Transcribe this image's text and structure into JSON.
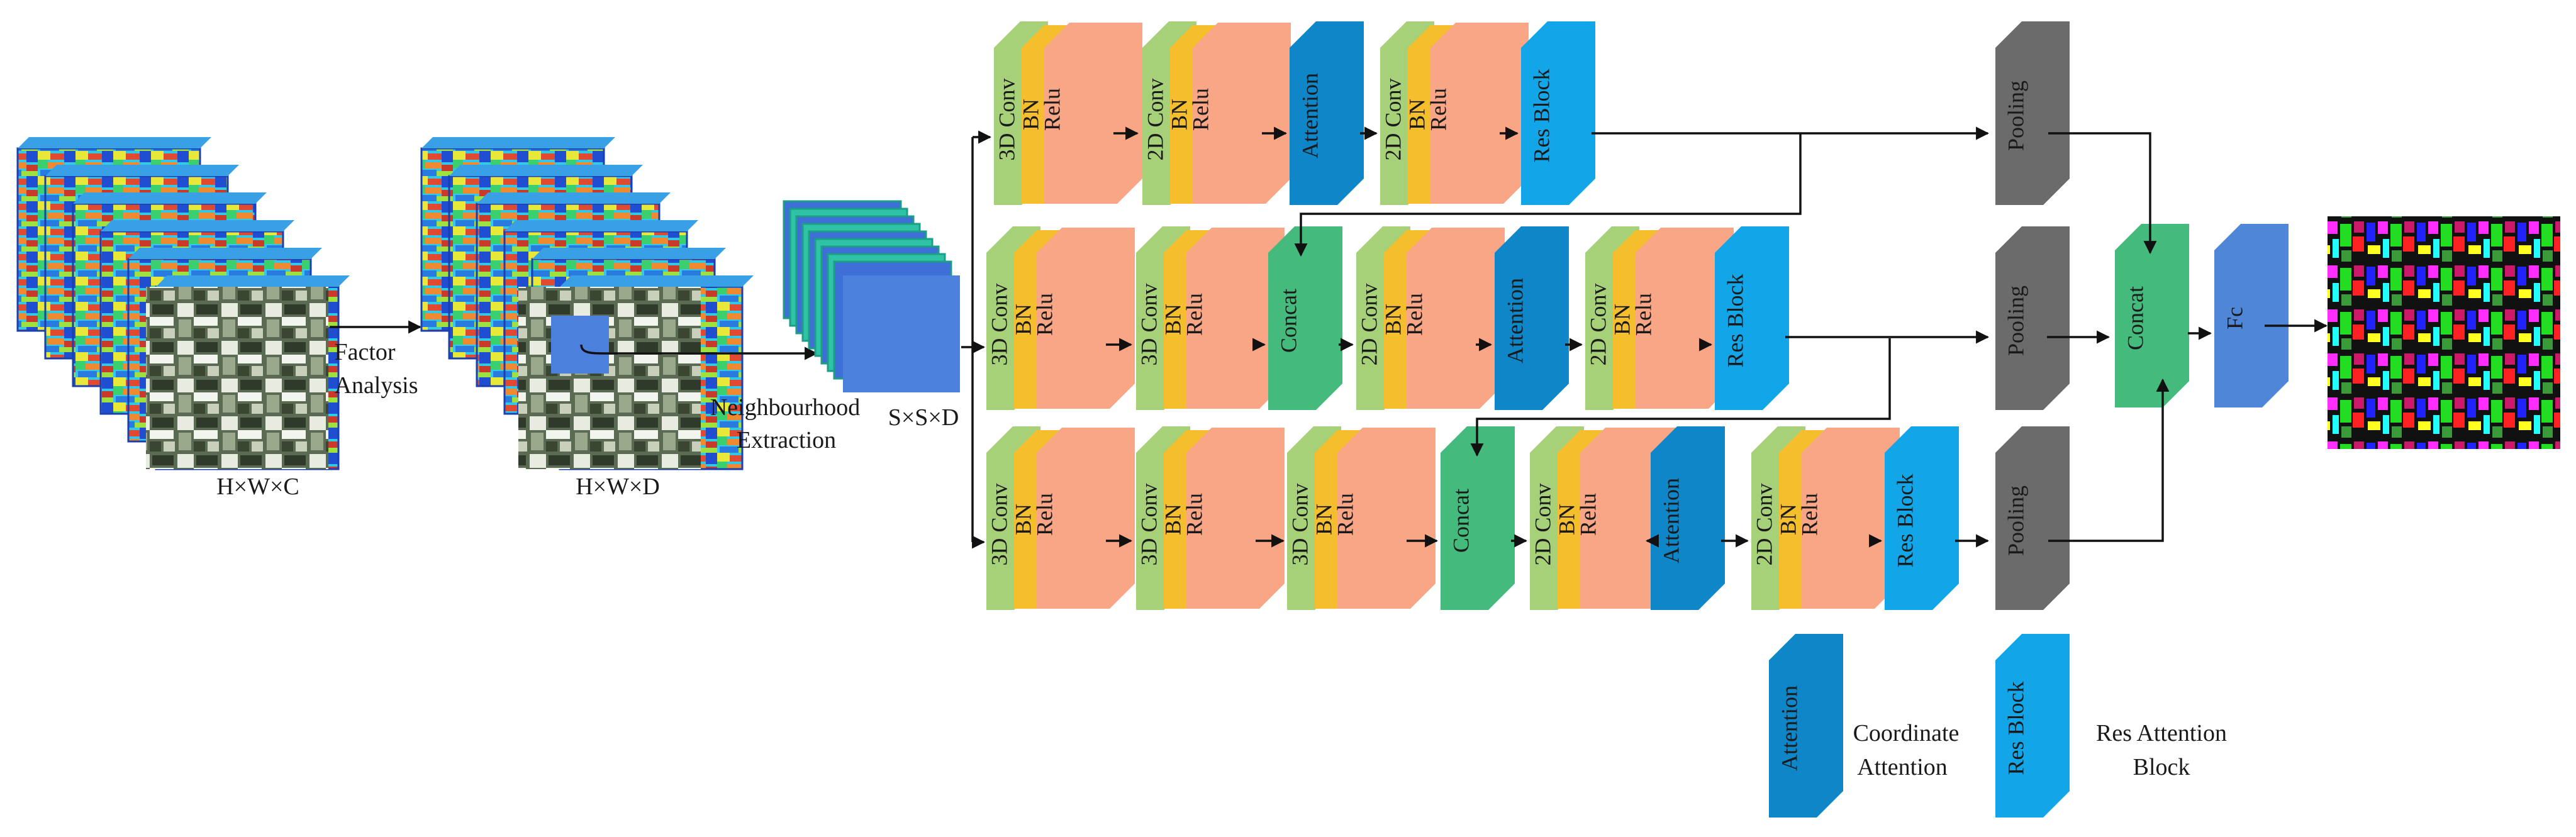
{
  "colors": {
    "conv_green": "#a6d178",
    "bn_yellow": "#f4be2c",
    "relu_salmon": "#f8a686",
    "attention_blue": "#0e86c8",
    "resblock_blue": "#12a6e8",
    "concat_green": "#44bb7d",
    "pooling_gray": "#6b6b6b",
    "fc_blue": "#4f86d8",
    "patch_blue": "#4b80dc"
  },
  "input": {
    "factor_analysis": [
      "Factor",
      "Analysis"
    ],
    "hwc": "H×W×C",
    "hwd": "H×W×D",
    "neighbourhood_extraction": [
      "Neighbourhood",
      "Extraction"
    ],
    "ssd": "S×S×D"
  },
  "block_labels": {
    "conv3d": "3D Conv",
    "conv2d": "2D Conv",
    "bn": "BN",
    "relu": "Relu",
    "attention": "Attention",
    "res_block": "Res Block",
    "concat": "Concat",
    "pooling": "Pooling",
    "fc": "Fc"
  },
  "legend": {
    "attention_label": "Attention",
    "attention_desc": [
      "Coordinate",
      "Attention"
    ],
    "res_label": "Res Block",
    "res_desc": [
      "Res Attention",
      "Block"
    ]
  },
  "branches": [
    [
      "3D Conv + BN + Relu",
      "2D Conv + BN + Relu",
      "Attention",
      "2D Conv + BN + Relu",
      "Res Block",
      "Pooling"
    ],
    [
      "3D Conv + BN + Relu",
      "3D Conv + BN + Relu",
      "Concat",
      "2D Conv + BN + Relu",
      "Attention",
      "2D Conv + BN + Relu",
      "Res Block",
      "Pooling"
    ],
    [
      "3D Conv + BN + Relu",
      "3D Conv + BN + Relu",
      "3D Conv + BN + Relu",
      "Concat",
      "2D Conv + BN + Relu",
      "Attention",
      "2D Conv + BN + Relu",
      "Res Block",
      "Pooling"
    ]
  ],
  "head": [
    "Concat",
    "Fc"
  ]
}
